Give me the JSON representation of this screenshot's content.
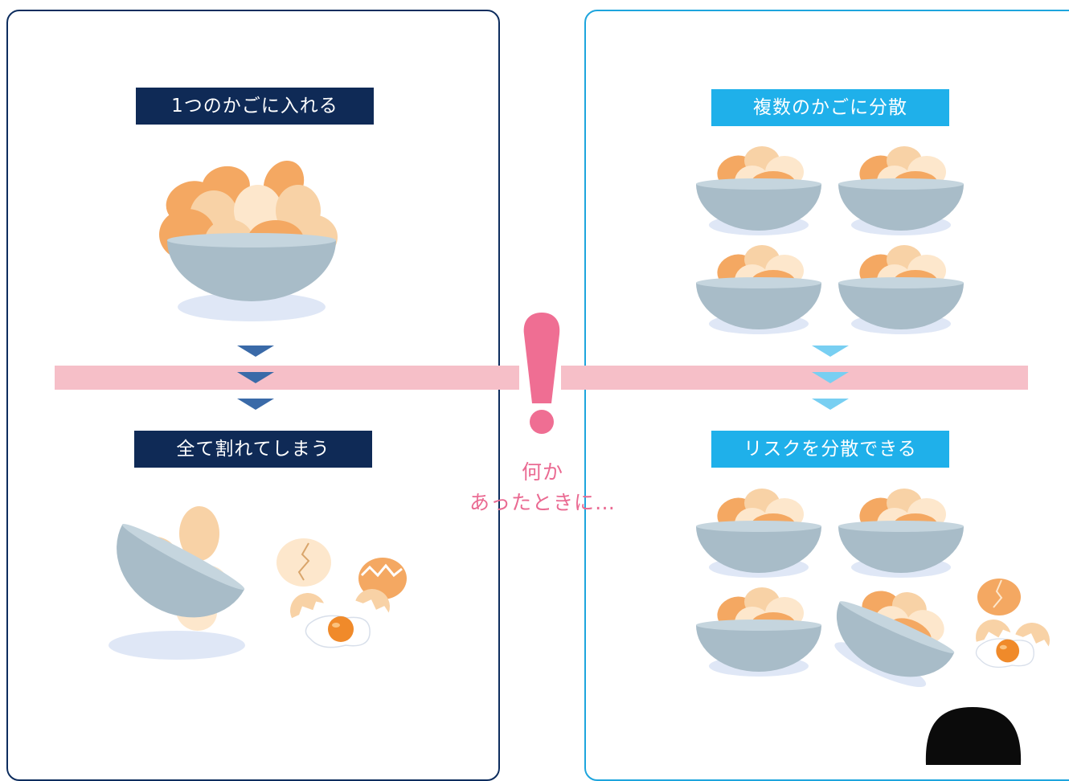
{
  "left": {
    "title": "1つのかごに入れる",
    "result": "全て割れてしまう"
  },
  "right": {
    "title": "複数のかごに分散",
    "result": "リスクを分散できる"
  },
  "center": {
    "caption_line1": "何か",
    "caption_line2": "あったときに…"
  },
  "colors": {
    "navy": "#0f2a56",
    "sky": "#1fb0ea",
    "band_pink": "#f6bfc8",
    "exclaim_pink": "#ef6e93",
    "bowl": "#a8bcc8",
    "egg_orange": "#f4a862",
    "egg_light": "#f8d2a6",
    "egg_cream": "#fde7cc"
  }
}
